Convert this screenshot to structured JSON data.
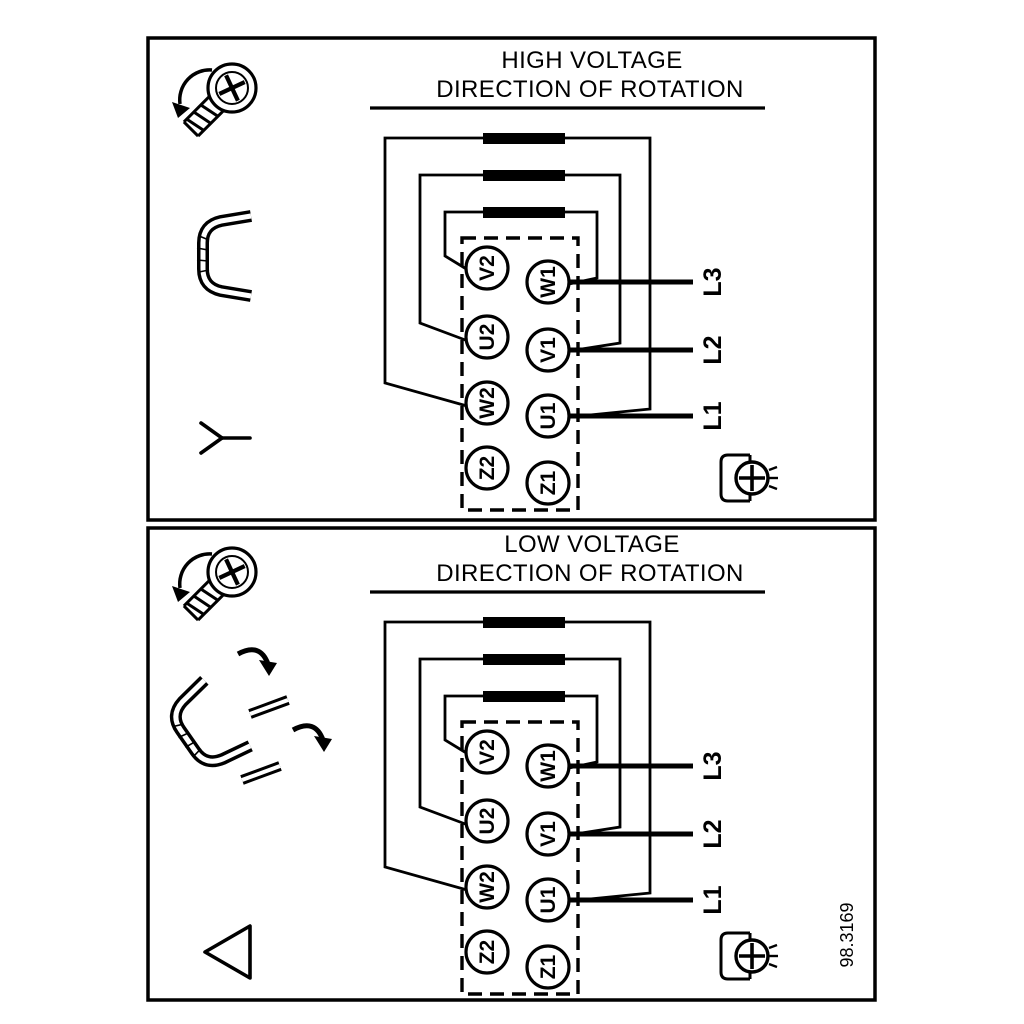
{
  "figure_number": "98.3169",
  "colors": {
    "ink": "#000000",
    "background": "#ffffff"
  },
  "panels": {
    "high": {
      "title_line1": "HIGH VOLTAGE",
      "title_line2": "DIRECTION OF ROTATION",
      "connection": "star",
      "terminals_left": [
        "V2",
        "U2",
        "W2",
        "Z2"
      ],
      "terminals_right": [
        "W1",
        "V1",
        "U1",
        "Z1"
      ],
      "line_labels": [
        "L3",
        "L2",
        "L1"
      ]
    },
    "low": {
      "title_line1": "LOW VOLTAGE",
      "title_line2": "DIRECTION OF ROTATION",
      "connection": "delta",
      "terminals_left": [
        "V2",
        "U2",
        "W2",
        "Z2"
      ],
      "terminals_right": [
        "W1",
        "V1",
        "U1",
        "Z1"
      ],
      "line_labels": [
        "L3",
        "L2",
        "L1"
      ]
    }
  },
  "icons": {
    "screw": "screw-with-rotation-arrow-icon",
    "bridge": "bridge-link-icon",
    "bridge_move": "bridge-links-rearrange-icon",
    "star": "star-connection-icon",
    "delta": "delta-connection-icon",
    "clamp": "screw-clamp-icon"
  }
}
